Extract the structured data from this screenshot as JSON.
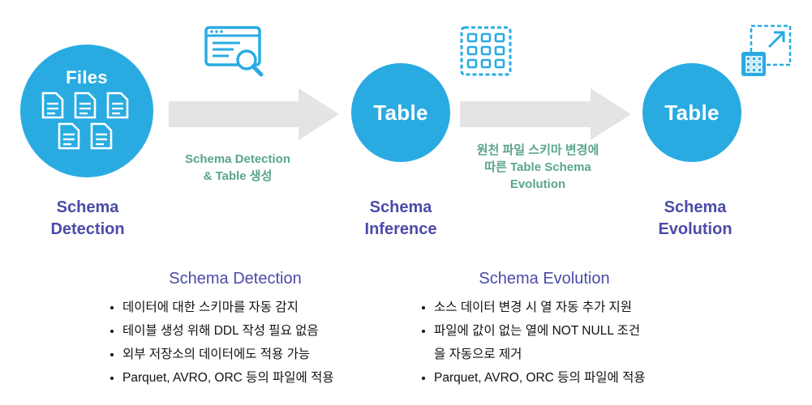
{
  "stages": [
    {
      "circle_text": "Files",
      "label_line1": "Schema",
      "label_line2": "Detection"
    },
    {
      "circle_text": "Table",
      "label_line1": "Schema",
      "label_line2": "Inference"
    },
    {
      "circle_text": "Table",
      "label_line1": "Schema",
      "label_line2": "Evolution"
    }
  ],
  "arrows": [
    {
      "caption_line1": "Schema Detection",
      "caption_line2": "& Table 생성"
    },
    {
      "caption_line1": "원천 파일 스키마 변경에",
      "caption_line2": "따른 Table Schema",
      "caption_line3": "Evolution"
    }
  ],
  "icons": {
    "files": "document-files-icon",
    "inference": "browser-search-icon",
    "evolution_grid": "dashed-grid-icon",
    "expand": "expand-arrow-icon"
  },
  "colors": {
    "circle": "#29ABE2",
    "stage_label": "#4B4BA8",
    "arrow": "#E4E4E4",
    "caption": "#5AA58E"
  },
  "sections": {
    "detection": {
      "title": "Schema Detection",
      "items": [
        "데이터에 대한 스키마를 자동 감지",
        "테이블 생성 위해 DDL 작성 필요 없음",
        "외부 저장소의 데이터에도 적용 가능",
        "Parquet, AVRO, ORC 등의 파일에 적용"
      ]
    },
    "evolution": {
      "title": "Schema Evolution",
      "items": [
        "소스 데이터 변경 시 열 자동 추가 지원",
        "파일에 값이 없는 열에 NOT NULL 조건",
        "Parquet, AVRO, ORC 등의 파일에 적용"
      ],
      "item2_continuation": "을 자동으로 제거"
    }
  }
}
